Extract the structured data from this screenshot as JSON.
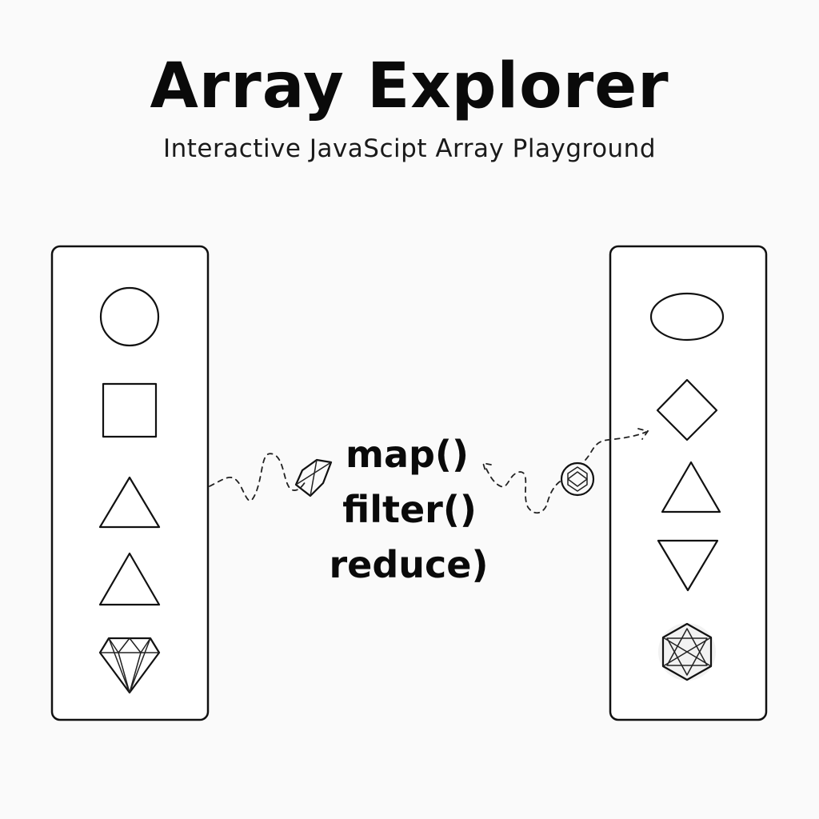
{
  "header": {
    "title": "Array Explorer",
    "subtitle": "Interactive JavaScipt Array Playground"
  },
  "methods": {
    "map": "map()",
    "filter": "filter()",
    "reduce": "reduce)"
  },
  "input_array": {
    "items": [
      "circle-icon",
      "square-icon",
      "triangle-icon",
      "triangle-icon",
      "diamond-gem-icon"
    ]
  },
  "output_array": {
    "items": [
      "ellipse-icon",
      "diamond-icon",
      "triangle-icon",
      "inverted-triangle-icon",
      "polyhedron-icon"
    ]
  }
}
